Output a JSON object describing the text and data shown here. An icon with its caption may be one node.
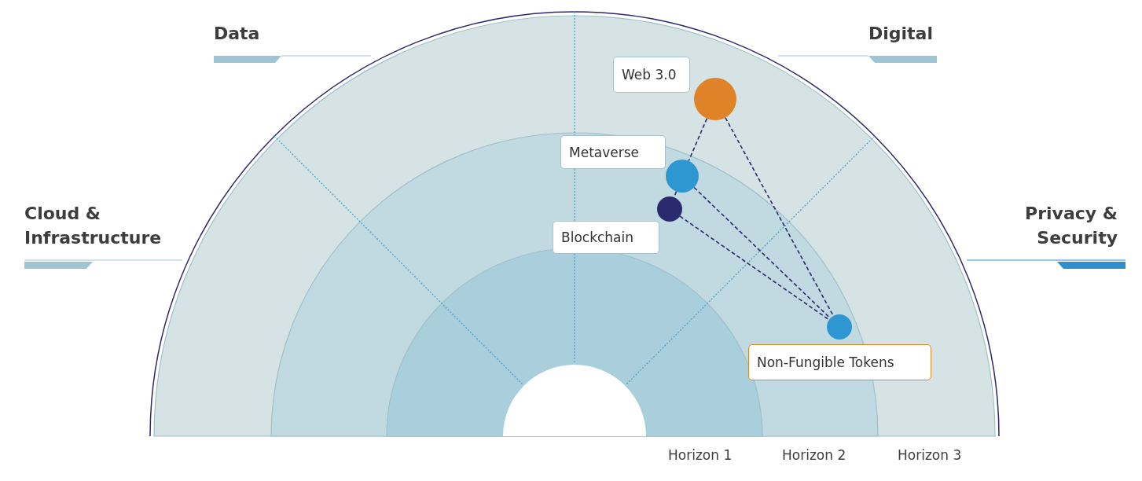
{
  "diagram": {
    "nodes": [
      {
        "text": [
          "Web 3.0"
        ]
      },
      {
        "text": [
          "Metaverse"
        ]
      },
      {
        "text": [
          "Blockchain"
        ]
      },
      {
        "text": [
          "Non-Fungible Tokens"
        ]
      },
      {
        "text": [],
        "shape": "circle"
      },
      {
        "text": [],
        "shape": "circle"
      },
      {
        "text": [],
        "shape": "circle"
      },
      {
        "text": [],
        "shape": "circle"
      }
    ],
    "edges": [
      {
        "from": 4,
        "to": 5,
        "arrow": "none",
        "style": "dashed"
      },
      {
        "from": 4,
        "to": 7,
        "arrow": "none",
        "style": "dashed"
      },
      {
        "from": 5,
        "to": 6,
        "arrow": "none",
        "style": "dashed"
      },
      {
        "from": 5,
        "to": 7,
        "arrow": "none",
        "style": "dashed"
      },
      {
        "from": 6,
        "to": 7,
        "arrow": "none",
        "style": "dashed"
      }
    ],
    "labels": [
      "Data",
      "Digital",
      "Cloud & Infrastructure",
      "Privacy & Security",
      "Horizon 1",
      "Horizon 2",
      "Horizon 3"
    ]
  }
}
